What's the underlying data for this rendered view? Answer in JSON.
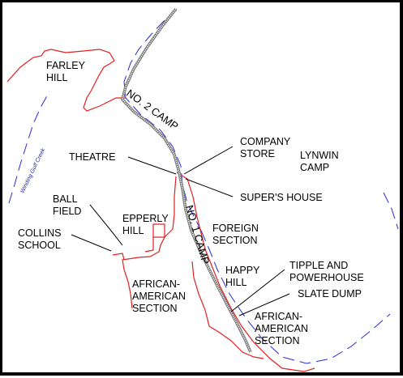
{
  "map": {
    "creek_label": "Winding Gulf Creek",
    "colors": {
      "boundary": "#e02020",
      "creek": "#2a2ad0",
      "railroad": "#777777",
      "text": "#000000",
      "frame": "#000000"
    },
    "labels": {
      "farley_hill": [
        "FARLEY",
        "HILL"
      ],
      "no2_camp": "NO. 2 CAMP",
      "company_store": [
        "COMPANY",
        "STORE"
      ],
      "lynwin_camp": [
        "LYNWIN",
        "CAMP"
      ],
      "theatre": "THEATRE",
      "supers_house": "SUPER'S HOUSE",
      "ball_field": [
        "BALL",
        "FIELD"
      ],
      "epperly_hill": [
        "EPPERLY",
        "HILL"
      ],
      "collins_school": [
        "COLLINS",
        "SCHOOL"
      ],
      "no1_camp": "NO. 1 CAMP",
      "foreign_section": [
        "FOREIGN",
        "SECTION"
      ],
      "happy_hill": [
        "HAPPY",
        "HILL"
      ],
      "tipple_powerhouse": [
        "TIPPLE AND",
        "POWERHOUSE"
      ],
      "slate_dump": "SLATE DUMP",
      "african_american_section_west": [
        "AFRICAN-",
        "AMERICAN",
        "SECTION"
      ],
      "african_american_section_south": [
        "AFRICAN-",
        "AMERICAN",
        "SECTION"
      ]
    }
  }
}
